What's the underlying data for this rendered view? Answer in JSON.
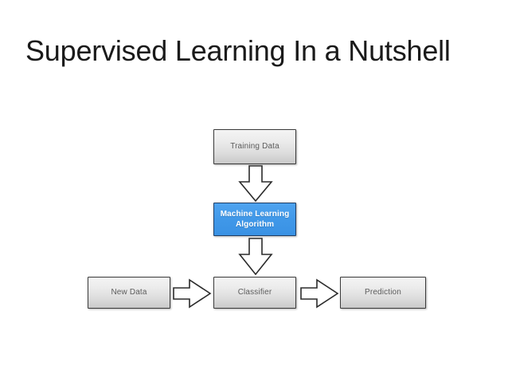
{
  "slide": {
    "title": "Supervised Learning In a Nutshell",
    "background_color": "#ffffff",
    "title_color": "#1a1a1a"
  },
  "diagram": {
    "type": "flowchart",
    "accent_color": "#3f97e8",
    "box_fill_gray": "#e6e6e6",
    "box_border_color": "#3b3b3b",
    "arrow_fill": "#ffffff",
    "arrow_stroke": "#2b2b2b",
    "nodes": [
      {
        "id": "training-data",
        "label": "Training Data",
        "style": "gray",
        "text_color": "#5c5c5c"
      },
      {
        "id": "machine-learning-algorithm",
        "label_line1": "Machine Learning",
        "label_line2": "Algorithm",
        "style": "blue",
        "text_color": "#ffffff",
        "fill_color": "#3f97e8"
      },
      {
        "id": "classifier",
        "label": "Classifier",
        "style": "gray",
        "text_color": "#5c5c5c"
      },
      {
        "id": "new-data",
        "label": "New Data",
        "style": "gray",
        "text_color": "#5c5c5c"
      },
      {
        "id": "prediction",
        "label": "Prediction",
        "style": "gray",
        "text_color": "#5c5c5c"
      }
    ],
    "connectors": [
      {
        "id": "training-to-algorithm",
        "direction": "down",
        "from": "training-data",
        "to": "machine-learning-algorithm"
      },
      {
        "id": "algorithm-to-classifier",
        "direction": "down",
        "from": "machine-learning-algorithm",
        "to": "classifier"
      },
      {
        "id": "newdata-to-classifier",
        "direction": "right",
        "from": "new-data",
        "to": "classifier"
      },
      {
        "id": "classifier-to-prediction",
        "direction": "right",
        "from": "classifier",
        "to": "prediction"
      }
    ]
  }
}
